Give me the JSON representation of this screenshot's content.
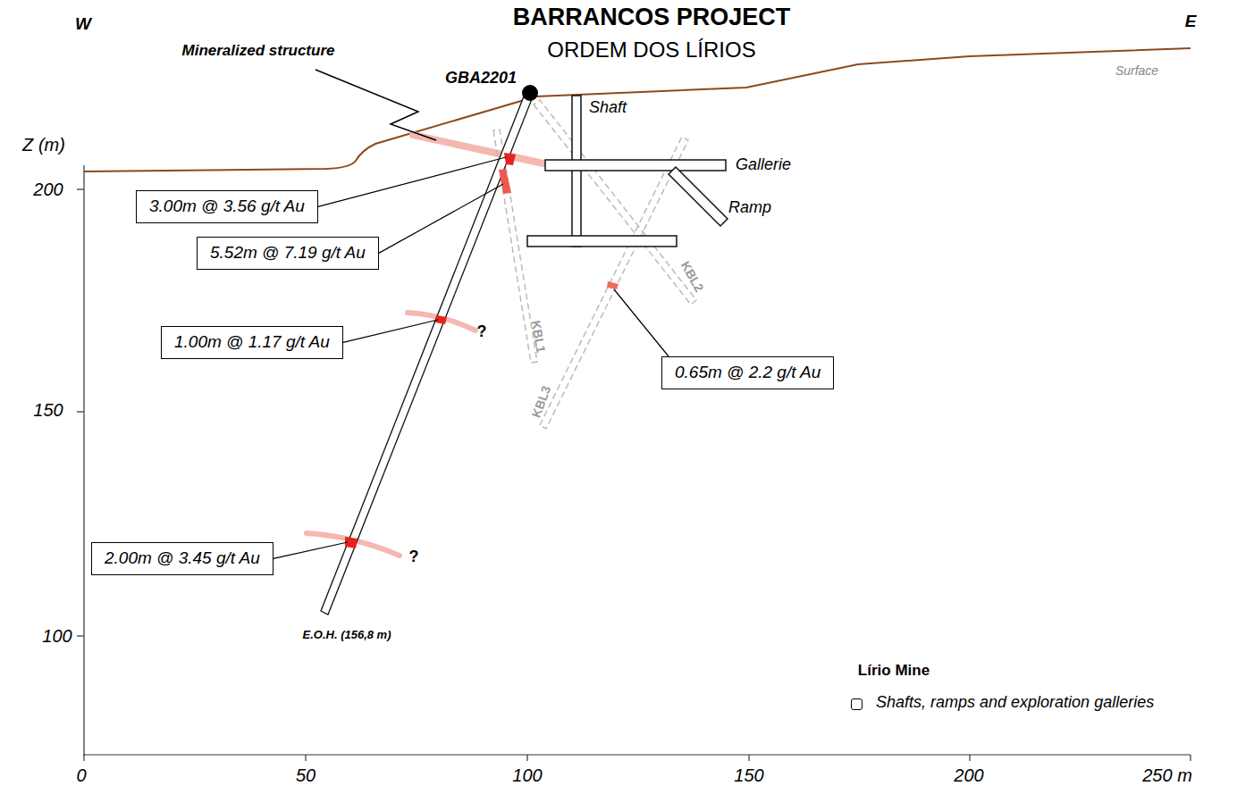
{
  "diagram": {
    "title": "BARRANCOS PROJECT",
    "nodes": [
      {
        "text": [
          "3.00m @ 3.56 g/t Au"
        ]
      },
      {
        "text": [
          "5.52m @ 7.19 g/t Au"
        ]
      },
      {
        "text": [
          "1.00m @ 1.17 g/t Au"
        ]
      },
      {
        "text": [
          "2.00m @ 3.45 g/t Au"
        ]
      },
      {
        "text": [
          "0.65m @ 2.2 g/t Au"
        ]
      }
    ],
    "labels": [
      "ORDEM DOS LÍRIOS",
      "W",
      "E",
      "Mineralized structure",
      "GBA2201",
      "Shaft",
      "Gallerie",
      "Ramp",
      "KBL2",
      "KBL1",
      "KBL3",
      "Surface",
      "Z (m)",
      "200",
      "150",
      "100",
      "?",
      "?",
      "E.O.H. (156,8 m)",
      "Lírio Mine",
      "0",
      "50",
      "100",
      "150",
      "200",
      "250 m"
    ],
    "legend": [
      {
        "text": "Shafts, ramps and exploration galleries"
      }
    ]
  }
}
